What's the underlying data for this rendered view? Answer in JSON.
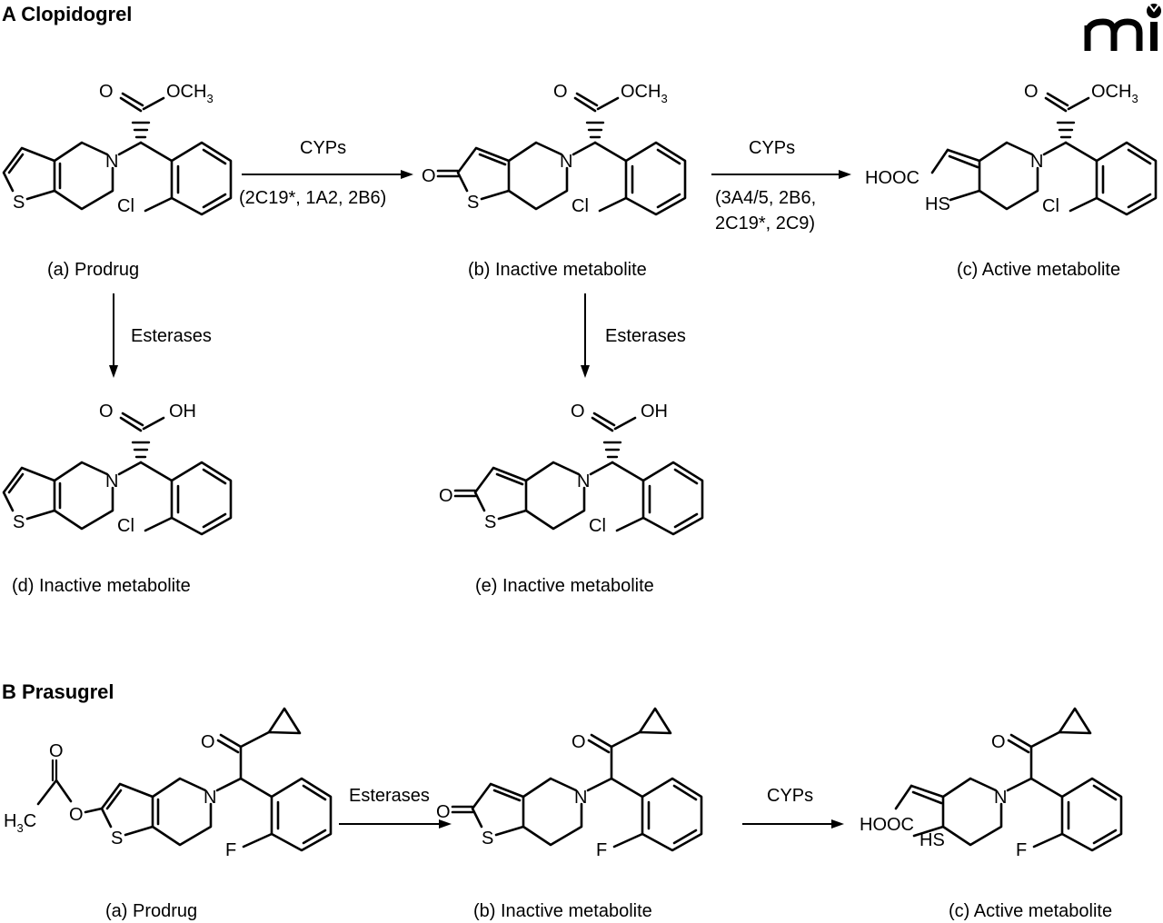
{
  "logo": {
    "text": "mi",
    "icon": "journal-logo-icon"
  },
  "sections": [
    {
      "id": "A",
      "title_letter": "A",
      "title": "Clopidogrel",
      "compounds": [
        {
          "id": "a",
          "label": "(a) Prodrug",
          "atoms": {
            "o1": "O",
            "ester": "OCH",
            "ester_sub": "3",
            "n": "N",
            "s": "S",
            "x": "Cl"
          }
        },
        {
          "id": "b",
          "label": "(b) Inactive metabolite",
          "atoms": {
            "o1": "O",
            "ester": "OCH",
            "ester_sub": "3",
            "n": "N",
            "s": "S",
            "x": "Cl",
            "keto": "O"
          }
        },
        {
          "id": "c",
          "label": "(c) Active metabolite",
          "atoms": {
            "o1": "O",
            "ester": "OCH",
            "ester_sub": "3",
            "n": "N",
            "x": "Cl",
            "acid": "HOOC",
            "thiol": "HS"
          }
        },
        {
          "id": "d",
          "label": "(d) Inactive metabolite",
          "atoms": {
            "o1": "O",
            "ester": "OH",
            "n": "N",
            "s": "S",
            "x": "Cl"
          }
        },
        {
          "id": "e",
          "label": "(e) Inactive metabolite",
          "atoms": {
            "o1": "O",
            "ester": "OH",
            "n": "N",
            "s": "S",
            "x": "Cl",
            "keto": "O"
          }
        }
      ],
      "arrows": [
        {
          "from": "a",
          "to": "b",
          "enzyme": "CYPs",
          "details": [
            "(2C19*, 1A2, 2B6)"
          ]
        },
        {
          "from": "b",
          "to": "c",
          "enzyme": "CYPs",
          "details": [
            "(3A4/5, 2B6,",
            "2C19*, 2C9)"
          ]
        },
        {
          "from": "a",
          "to": "d",
          "enzyme": "Esterases",
          "details": []
        },
        {
          "from": "b",
          "to": "e",
          "enzyme": "Esterases",
          "details": []
        }
      ]
    },
    {
      "id": "B",
      "title_letter": "B",
      "title": "Prasugrel",
      "compounds": [
        {
          "id": "a",
          "label": "(a) Prodrug",
          "atoms": {
            "o1": "O",
            "acetyl_o": "O",
            "acetyl_o2": "O",
            "methyl": "H",
            "methyl_sub": "3",
            "methyl_c": "C",
            "n": "N",
            "s": "S",
            "x": "F"
          }
        },
        {
          "id": "b",
          "label": "(b) Inactive metabolite",
          "atoms": {
            "o1": "O",
            "n": "N",
            "s": "S",
            "x": "F",
            "keto": "O"
          }
        },
        {
          "id": "c",
          "label": "(c) Active metabolite",
          "atoms": {
            "o1": "O",
            "n": "N",
            "x": "F",
            "acid": "HOOC",
            "thiol": "HS"
          }
        }
      ],
      "arrows": [
        {
          "from": "a",
          "to": "b",
          "enzyme": "Esterases",
          "details": []
        },
        {
          "from": "b",
          "to": "c",
          "enzyme": "CYPs",
          "details": []
        }
      ]
    }
  ]
}
